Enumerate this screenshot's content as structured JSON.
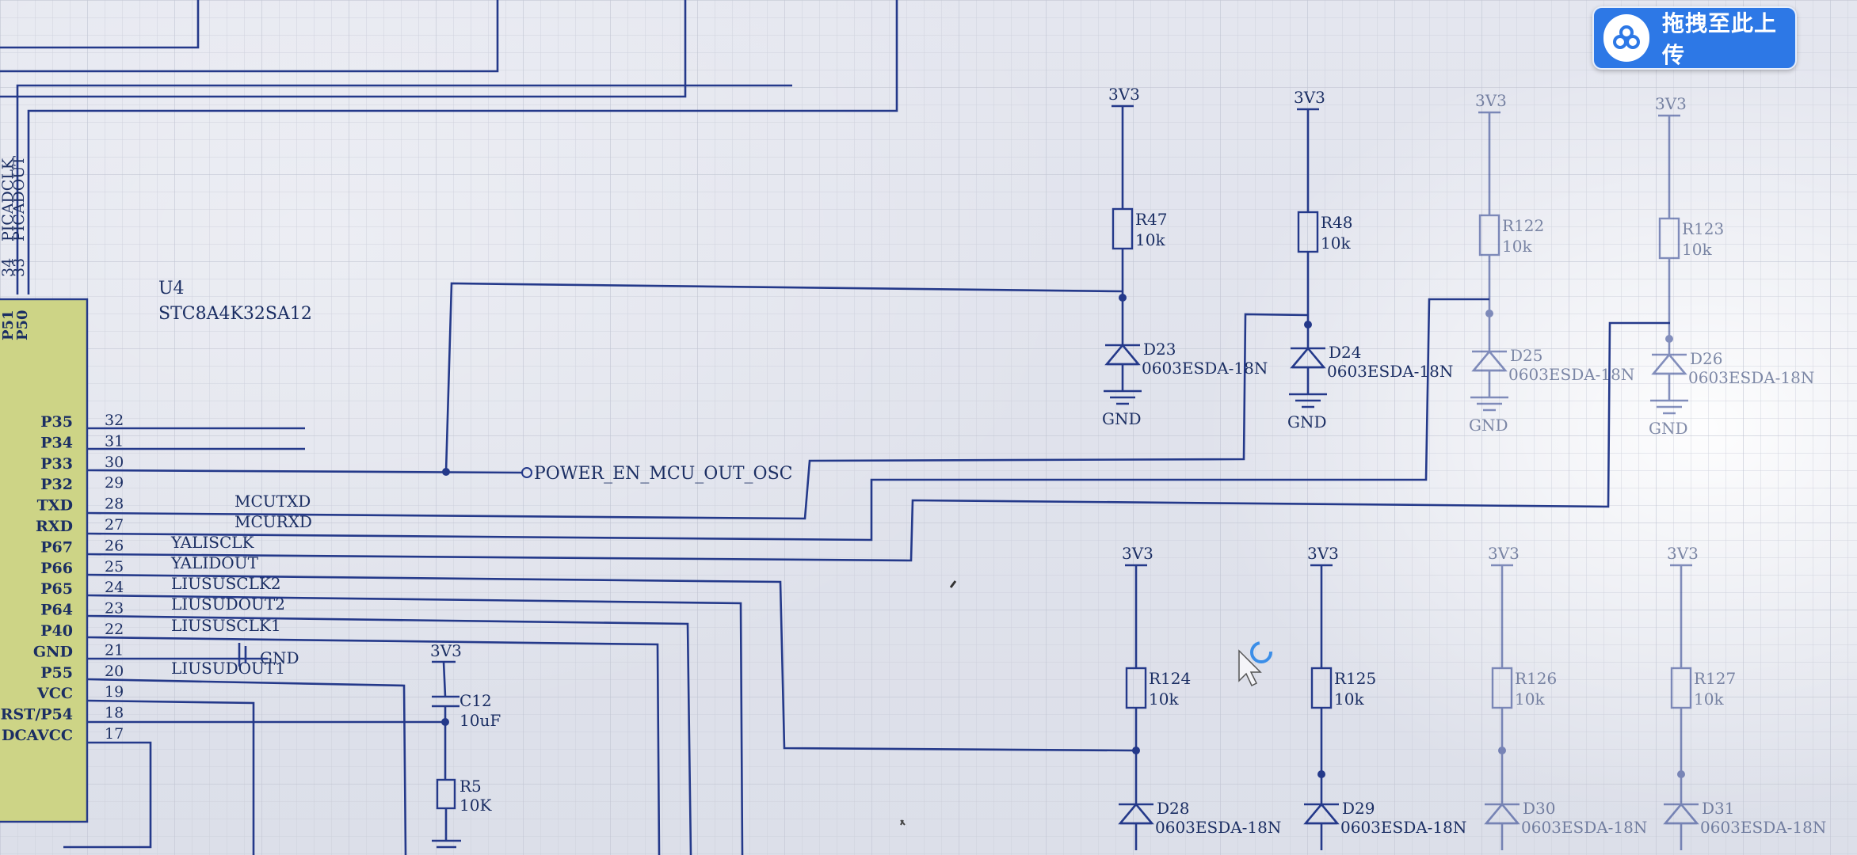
{
  "upload_button": {
    "label": "拖拽至此上传",
    "icon": "cloud-icon"
  },
  "mcu": {
    "ref": "U4",
    "part": "STC8A4K32SA12",
    "top_pins": [
      {
        "num": "33",
        "label": "PICADOUT"
      },
      {
        "num": "34",
        "label": "PICADCLK"
      }
    ],
    "top_left_labels": [
      "P51",
      "P50"
    ],
    "pins": [
      {
        "label": "P35",
        "num": "32"
      },
      {
        "label": "P34",
        "num": "31"
      },
      {
        "label": "P33",
        "num": "30"
      },
      {
        "label": "P32",
        "num": "29"
      },
      {
        "label": "TXD",
        "num": "28"
      },
      {
        "label": "RXD",
        "num": "27"
      },
      {
        "label": "P67",
        "num": "26"
      },
      {
        "label": "P66",
        "num": "25"
      },
      {
        "label": "P65",
        "num": "24"
      },
      {
        "label": "P64",
        "num": "23"
      },
      {
        "label": "P40",
        "num": "22"
      },
      {
        "label": "GND",
        "num": "21"
      },
      {
        "label": "P55",
        "num": "20"
      },
      {
        "label": "VCC",
        "num": "19"
      },
      {
        "label": "RST/P54",
        "num": "18"
      },
      {
        "label": "DCAVCC",
        "num": "17"
      }
    ]
  },
  "net_labels": [
    "MCUTXD",
    "MCURXD",
    "YALISCLK",
    "YALIDOUT",
    "LIUSUSCLK2",
    "LIUSUDOUT2",
    "LIUSUSCLK1",
    "LIUSUDOUT1"
  ],
  "gnd_label": "GND",
  "power_net": "POWER_EN_MCU_OUT_OSC",
  "cap": {
    "rail": "3V3",
    "ref": "C12",
    "value": "10uF"
  },
  "reset_res": {
    "ref": "R5",
    "value": "10K"
  },
  "rail_label": "3V3",
  "top_row": [
    {
      "res": "R47",
      "value": "10k",
      "diode": "D23",
      "part": "0603ESDA-18N",
      "gnd": "GND"
    },
    {
      "res": "R48",
      "value": "10k",
      "diode": "D24",
      "part": "0603ESDA-18N",
      "gnd": "GND"
    },
    {
      "res": "R122",
      "value": "10k",
      "diode": "D25",
      "part": "0603ESDA-18N",
      "gnd": "GND"
    },
    {
      "res": "R123",
      "value": "10k",
      "diode": "D26",
      "part": "0603ESDA-18N",
      "gnd": "GND"
    }
  ],
  "bottom_row": [
    {
      "res": "R124",
      "value": "10k",
      "diode": "D28",
      "part": "0603ESDA-18N"
    },
    {
      "res": "R125",
      "value": "10k",
      "diode": "D29",
      "part": "0603ESDA-18N"
    },
    {
      "res": "R126",
      "value": "10k",
      "diode": "D30",
      "part": "0603ESDA-18N"
    },
    {
      "res": "R127",
      "value": "10k",
      "diode": "D31",
      "part": "0603ESDA-18N"
    }
  ]
}
